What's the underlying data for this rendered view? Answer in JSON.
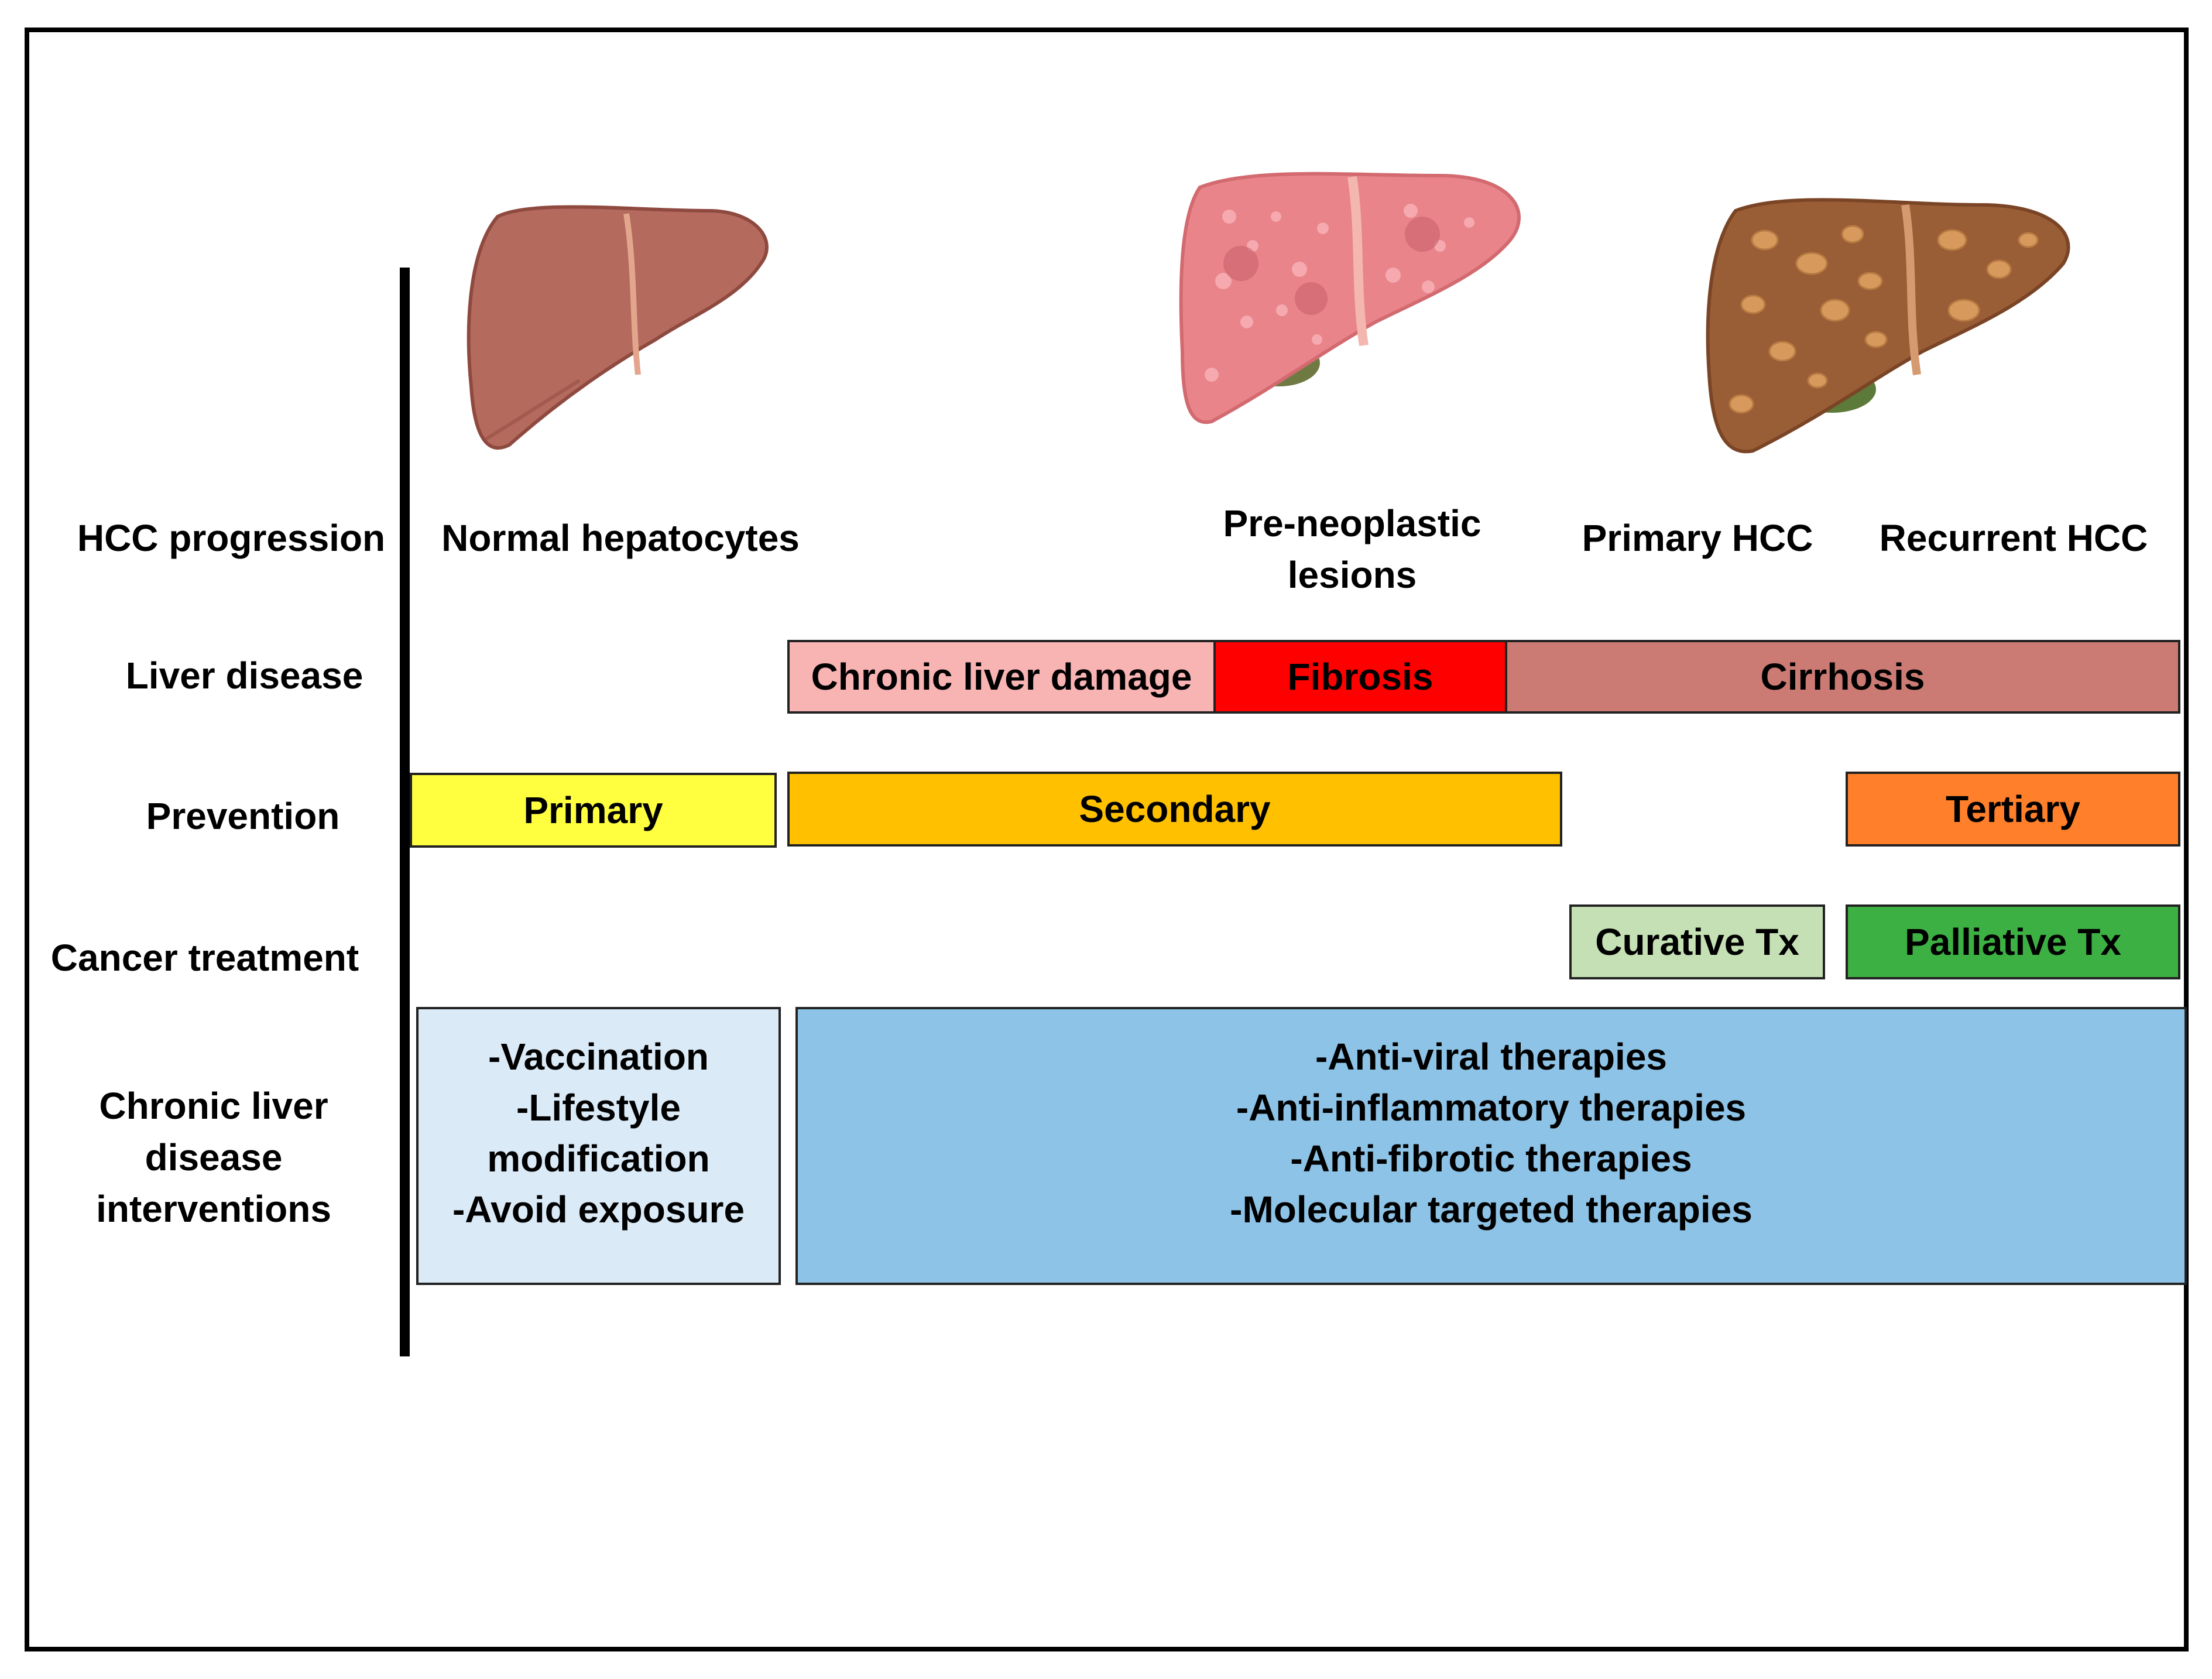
{
  "row_labels": {
    "hcc_progression": "HCC progression",
    "liver_disease": "Liver disease",
    "prevention": "Prevention",
    "cancer_treatment": "Cancer treatment",
    "interventions_line1": "Chronic liver disease",
    "interventions_line2": "interventions"
  },
  "stages": {
    "normal": "Normal hepatocytes",
    "preneoplastic_line1": "Pre-neoplastic",
    "preneoplastic_line2": "lesions",
    "primary_hcc": "Primary HCC",
    "recurrent_hcc": "Recurrent HCC"
  },
  "liver_disease": {
    "chronic_damage": "Chronic liver damage",
    "fibrosis": "Fibrosis",
    "cirrhosis": "Cirrhosis"
  },
  "prevention": {
    "primary": "Primary",
    "secondary": "Secondary",
    "tertiary": "Tertiary"
  },
  "treatment": {
    "curative": "Curative Tx",
    "palliative": "Palliative Tx"
  },
  "interventions": {
    "left": [
      "-Vaccination",
      "-Lifestyle",
      "modification",
      "-Avoid exposure"
    ],
    "right": [
      "-Anti-viral therapies",
      "-Anti-inflammatory therapies",
      "-Anti-fibrotic therapies",
      "-Molecular targeted therapies"
    ]
  },
  "colors": {
    "chronic_damage": "#f8b3b3",
    "fibrosis": "#ff0000",
    "cirrhosis": "#cc7b74",
    "primary": "#ffff40",
    "secondary": "#ffc000",
    "tertiary": "#ff7f2a",
    "curative": "#c5e0b4",
    "palliative": "#3cb043",
    "interventions_left": "#daeaf7",
    "interventions_right": "#8dc3e6",
    "normal_liver": "#b56a5e",
    "preneoplastic_liver": "#e8848a",
    "hcc_liver": "#9a5e37"
  },
  "icons": [
    "normal-liver-icon",
    "preneoplastic-liver-icon",
    "cirrhotic-liver-icon"
  ]
}
